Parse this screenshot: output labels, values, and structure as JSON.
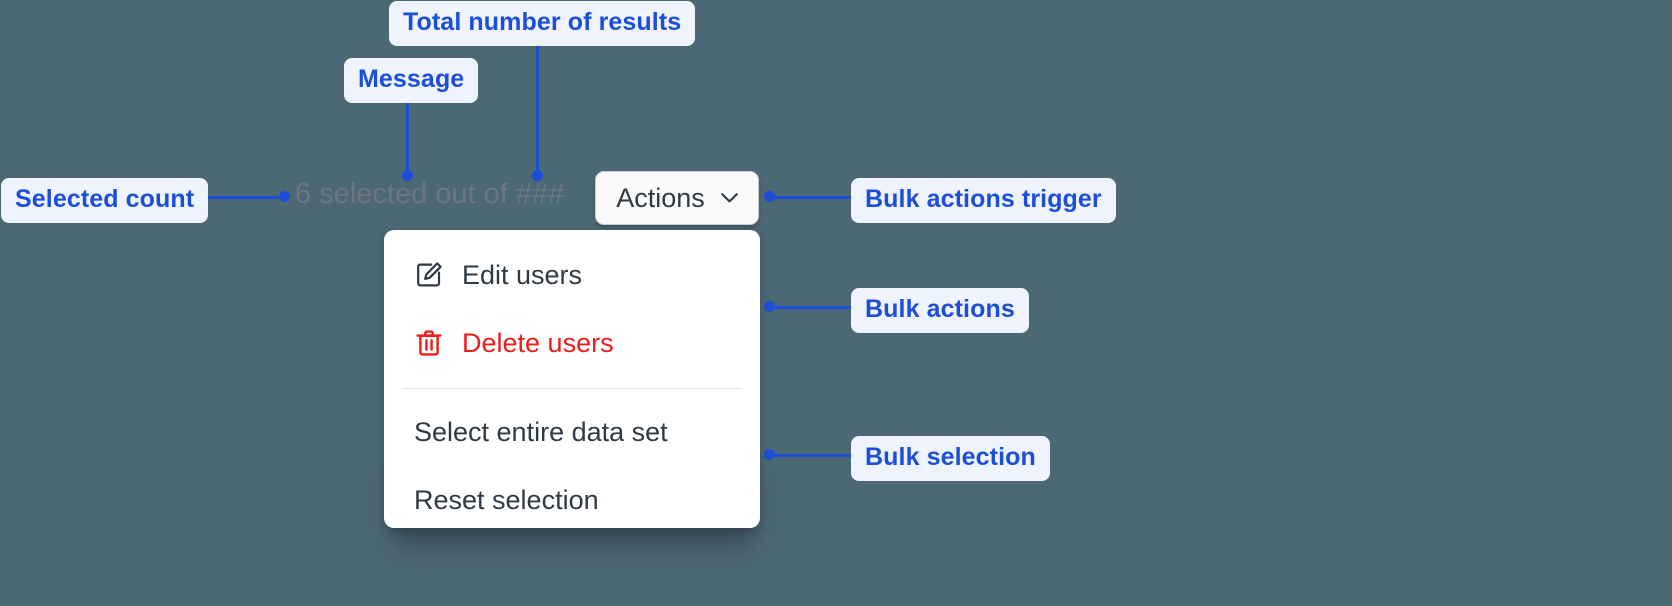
{
  "canvas": {
    "background_color": "#4d6875",
    "annotation_color": "#1c4ed8",
    "annotation_pill_bg": "#eef3fd"
  },
  "toolbar": {
    "selected_count": "6",
    "message_text": " selected out of ",
    "total_results": "###",
    "full_message": "6 selected out of ###"
  },
  "actions_trigger": {
    "label": "Actions",
    "chevron_icon": "chevron-down-icon"
  },
  "menu": {
    "bulk_actions": [
      {
        "label": "Edit users",
        "icon": "edit-pencil-square-icon",
        "tone": "default"
      },
      {
        "label": "Delete users",
        "icon": "trash-icon",
        "tone": "danger",
        "color": "#f01b1b"
      }
    ],
    "bulk_selection": [
      {
        "label": "Select entire data set",
        "icon": "",
        "tone": "default"
      },
      {
        "label": "Reset selection",
        "icon": "",
        "tone": "default"
      }
    ]
  },
  "annotations": [
    {
      "id": "total-number-of-results",
      "label": "Total number of results"
    },
    {
      "id": "message",
      "label": "Message"
    },
    {
      "id": "selected-count",
      "label": "Selected count"
    },
    {
      "id": "bulk-actions-trigger",
      "label": "Bulk actions trigger"
    },
    {
      "id": "bulk-actions",
      "label": "Bulk actions"
    },
    {
      "id": "bulk-selection",
      "label": "Bulk selection"
    }
  ]
}
